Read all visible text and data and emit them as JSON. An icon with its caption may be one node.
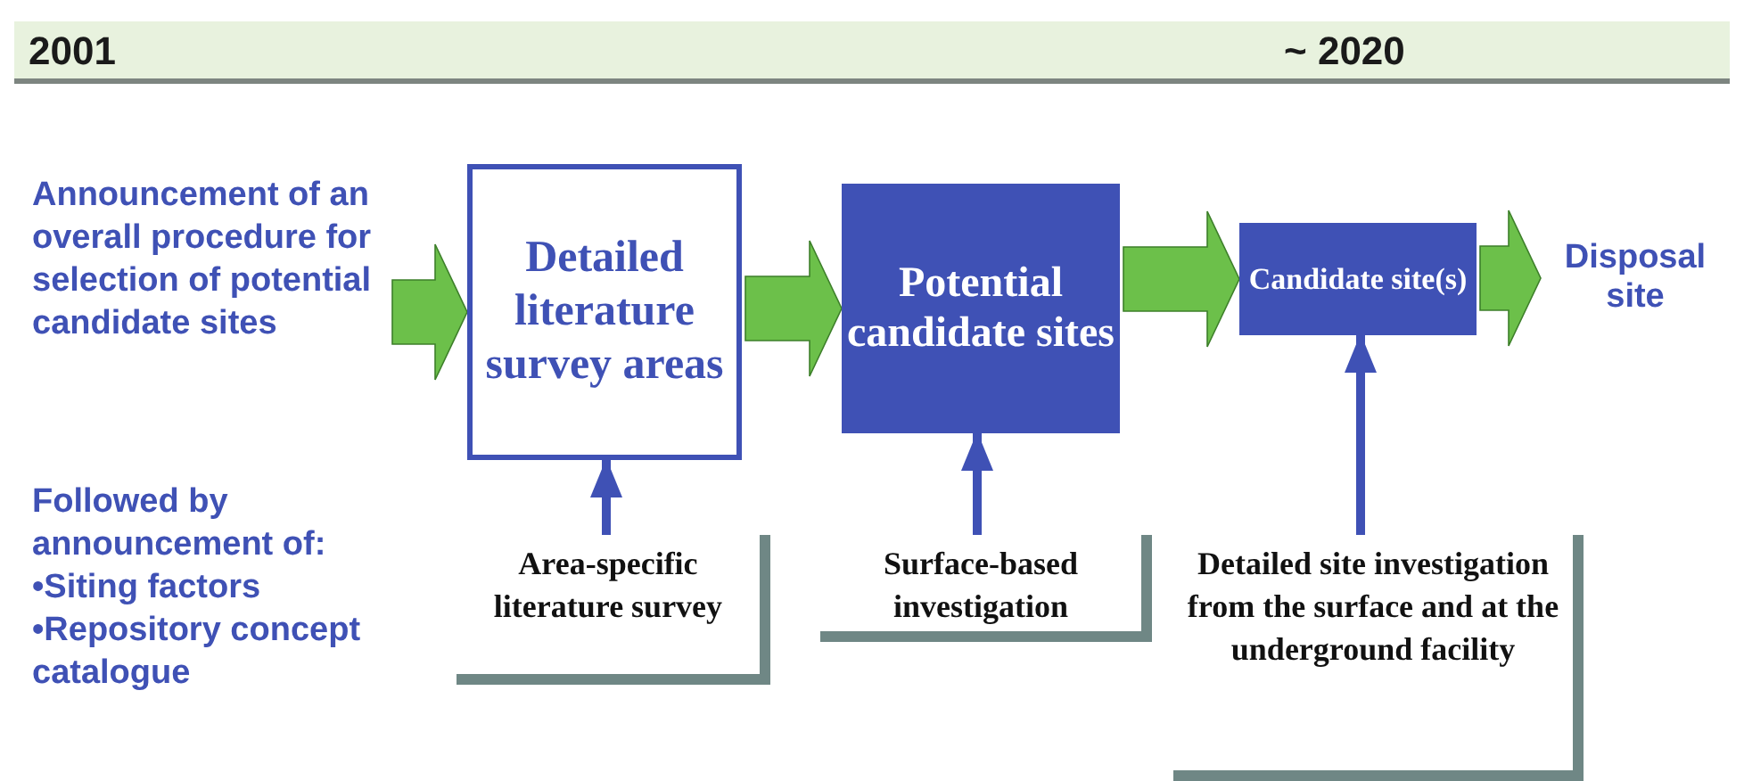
{
  "diagram": {
    "nodes": [
      {
        "text": [
          "Announcement of an overall procedure for selection of potential candidate sites"
        ]
      },
      {
        "text": [
          "Detailed literature survey areas"
        ]
      },
      {
        "text": [
          "Potential candidate sites"
        ]
      },
      {
        "text": [
          "Candidate site(s)"
        ]
      },
      {
        "text": [
          "Disposal site"
        ]
      },
      {
        "text": [
          "Area-specific literature survey"
        ]
      },
      {
        "text": [
          "Surface-based investigation"
        ]
      },
      {
        "text": [
          "Detailed site investigation from the surface and at the underground facility"
        ]
      }
    ],
    "edges": [
      {
        "from": 0,
        "to": 1,
        "arrow": "to",
        "style": "thick"
      },
      {
        "from": 1,
        "to": 2,
        "arrow": "to",
        "style": "thick"
      },
      {
        "from": 2,
        "to": 3,
        "arrow": "to",
        "style": "thick"
      },
      {
        "from": 3,
        "to": 4,
        "arrow": "to",
        "style": "thick"
      },
      {
        "from": 5,
        "to": 1,
        "arrow": "to",
        "color": "#3f51b5"
      },
      {
        "from": 6,
        "to": 2,
        "arrow": "to",
        "color": "#3f51b5"
      },
      {
        "from": 7,
        "to": 3,
        "arrow": "to",
        "color": "#3f51b5"
      }
    ],
    "labels": [
      "2001",
      "~ 2020",
      "Followed by announcement of:",
      "•Siting factors",
      "•Repository concept catalogue"
    ]
  }
}
